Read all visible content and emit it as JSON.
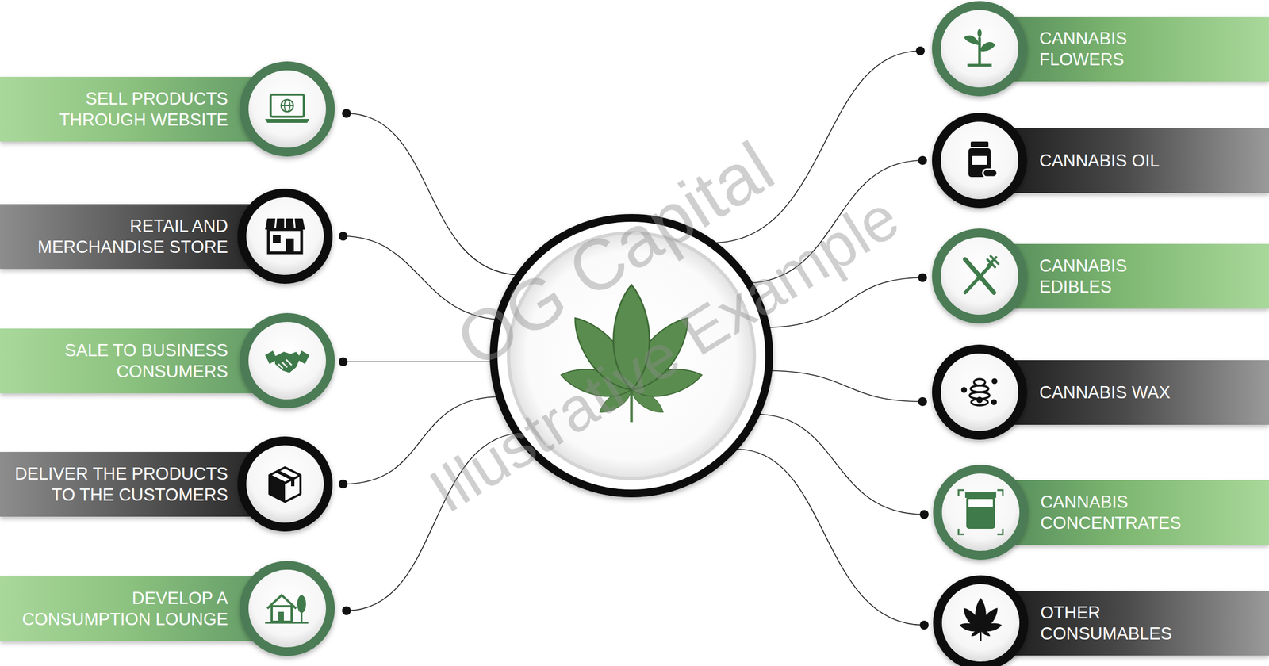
{
  "diagram": {
    "nodes": [
      {
        "text": [
          "SELL PRODUCTS THROUGH WEBSITE"
        ]
      },
      {
        "text": [
          "RETAIL AND MERCHANDISE STORE"
        ]
      },
      {
        "text": [
          "SALE TO BUSINESS CONSUMERS"
        ]
      },
      {
        "text": [
          "DELIVER THE PRODUCTS TO THE CUSTOMERS"
        ]
      },
      {
        "text": [
          "DEVELOP A CONSUMPTION LOUNGE"
        ]
      },
      {
        "text": [
          "CANNABIS FLOWERS"
        ]
      },
      {
        "text": [
          "CANNABIS OIL"
        ]
      },
      {
        "text": [
          "CANNABIS EDIBLES"
        ]
      },
      {
        "text": [
          "CANNABIS WAX"
        ]
      },
      {
        "text": [
          "CANNABIS CONCENTRATES"
        ]
      },
      {
        "text": [
          "OTHER CONSUMABLES"
        ]
      }
    ],
    "labels": [
      "OG Capital",
      "Illustrative Example"
    ]
  }
}
